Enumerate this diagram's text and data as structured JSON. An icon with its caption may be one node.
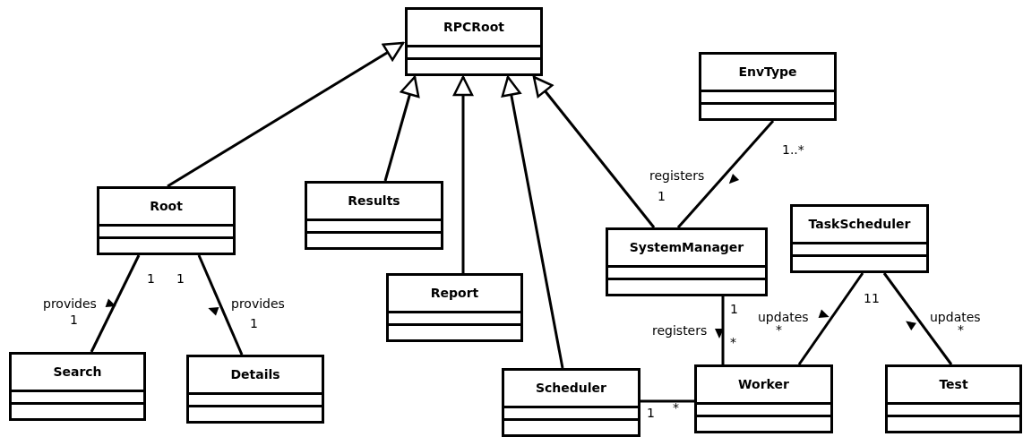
{
  "diagram": {
    "nodes": [
      {
        "text": [
          "RPCRoot"
        ]
      },
      {
        "text": [
          "EnvType"
        ]
      },
      {
        "text": [
          "Root"
        ]
      },
      {
        "text": [
          "Results"
        ]
      },
      {
        "text": [
          "TaskScheduler"
        ]
      },
      {
        "text": [
          "SystemManager"
        ]
      },
      {
        "text": [
          "Report"
        ]
      },
      {
        "text": [
          "Search"
        ]
      },
      {
        "text": [
          "Details"
        ]
      },
      {
        "text": [
          "Scheduler"
        ]
      },
      {
        "text": [
          "Worker"
        ]
      },
      {
        "text": [
          "Test"
        ]
      }
    ],
    "edges": [
      {
        "from": 2,
        "to": 0,
        "arrow": "to"
      },
      {
        "from": 3,
        "to": 0,
        "arrow": "to"
      },
      {
        "from": 6,
        "to": 0,
        "arrow": "to"
      },
      {
        "from": 9,
        "to": 0,
        "arrow": "to"
      },
      {
        "from": 5,
        "to": 0,
        "arrow": "to"
      },
      {
        "from": 5,
        "to": 1,
        "arrow": "none",
        "label": "registers"
      },
      {
        "from": 2,
        "to": 7,
        "arrow": "none",
        "label": "provides"
      },
      {
        "from": 2,
        "to": 8,
        "arrow": "none",
        "label": "provides"
      },
      {
        "from": 5,
        "to": 10,
        "arrow": "none",
        "label": "registers"
      },
      {
        "from": 4,
        "to": 10,
        "arrow": "none",
        "label": "updates"
      },
      {
        "from": 4,
        "to": 11,
        "arrow": "none",
        "label": "updates"
      },
      {
        "from": 9,
        "to": 10,
        "arrow": "none"
      }
    ],
    "labels": [
      "1..*",
      "1",
      "1",
      "1",
      "1",
      "1",
      "1",
      "*",
      "11",
      "*",
      "*",
      "1",
      "*"
    ]
  }
}
